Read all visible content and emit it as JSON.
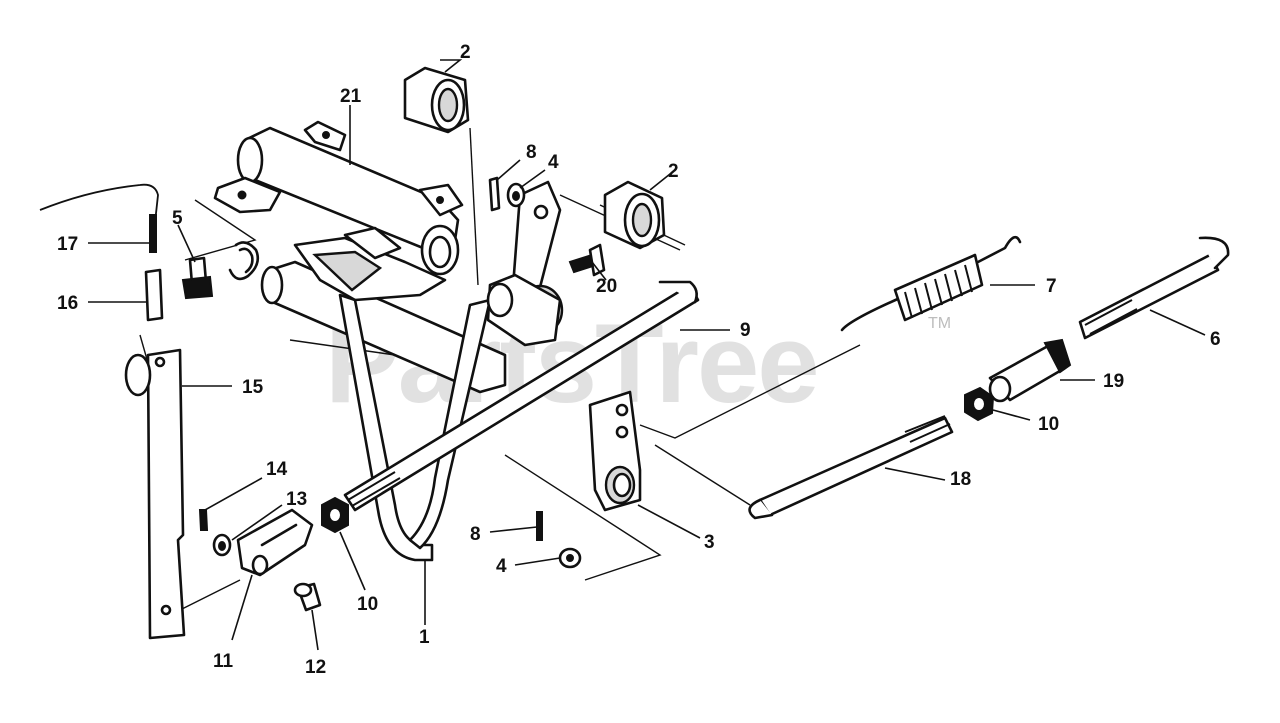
{
  "watermark": {
    "text": "PartsTree",
    "trademark": "TM"
  },
  "callouts": [
    {
      "id": "c-2-top",
      "label": "2"
    },
    {
      "id": "c-21",
      "label": "21"
    },
    {
      "id": "c-8-top",
      "label": "8"
    },
    {
      "id": "c-4-top",
      "label": "4"
    },
    {
      "id": "c-2-right",
      "label": "2"
    },
    {
      "id": "c-5",
      "label": "5"
    },
    {
      "id": "c-17",
      "label": "17"
    },
    {
      "id": "c-20",
      "label": "20"
    },
    {
      "id": "c-7",
      "label": "7"
    },
    {
      "id": "c-16",
      "label": "16"
    },
    {
      "id": "c-9",
      "label": "9"
    },
    {
      "id": "c-6",
      "label": "6"
    },
    {
      "id": "c-15",
      "label": "15"
    },
    {
      "id": "c-19",
      "label": "19"
    },
    {
      "id": "c-10-right",
      "label": "10"
    },
    {
      "id": "c-14",
      "label": "14"
    },
    {
      "id": "c-13",
      "label": "13"
    },
    {
      "id": "c-18",
      "label": "18"
    },
    {
      "id": "c-8-bottom",
      "label": "8"
    },
    {
      "id": "c-3",
      "label": "3"
    },
    {
      "id": "c-4-bottom",
      "label": "4"
    },
    {
      "id": "c-10-bottom",
      "label": "10"
    },
    {
      "id": "c-1",
      "label": "1"
    },
    {
      "id": "c-11",
      "label": "11"
    },
    {
      "id": "c-12",
      "label": "12"
    }
  ]
}
